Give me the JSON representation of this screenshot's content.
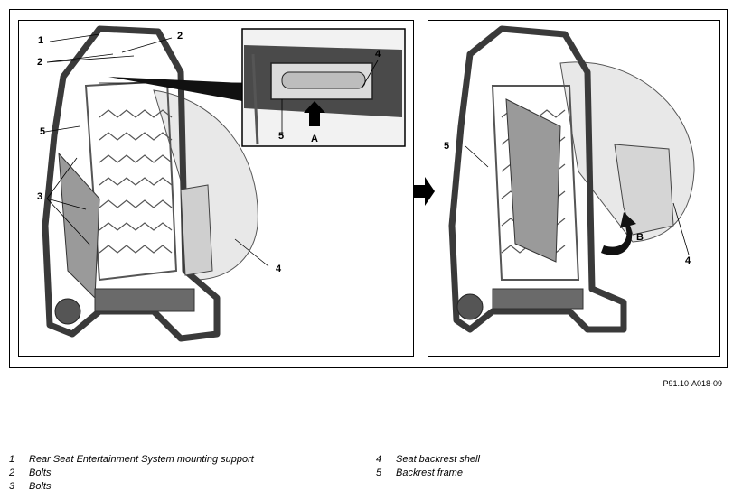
{
  "figure_id": "P91.10-A018-09",
  "callouts": {
    "left_1": "1",
    "left_2a": "2",
    "left_2b": "2",
    "left_3": "3",
    "left_4": "4",
    "left_5": "5",
    "inset_4": "4",
    "inset_5": "5",
    "inset_A": "A",
    "right_4": "4",
    "right_5": "5",
    "right_B": "B"
  },
  "legend": [
    {
      "num": "1",
      "text": "Rear Seat Entertainment System mounting support"
    },
    {
      "num": "2",
      "text": "Bolts"
    },
    {
      "num": "3",
      "text": "Bolts"
    },
    {
      "num": "4",
      "text": "Seat backrest shell"
    },
    {
      "num": "5",
      "text": "Backrest frame"
    }
  ],
  "colors": {
    "frame": "#3a3a3a",
    "shell": "#e6e6e6",
    "line": "#000000"
  }
}
